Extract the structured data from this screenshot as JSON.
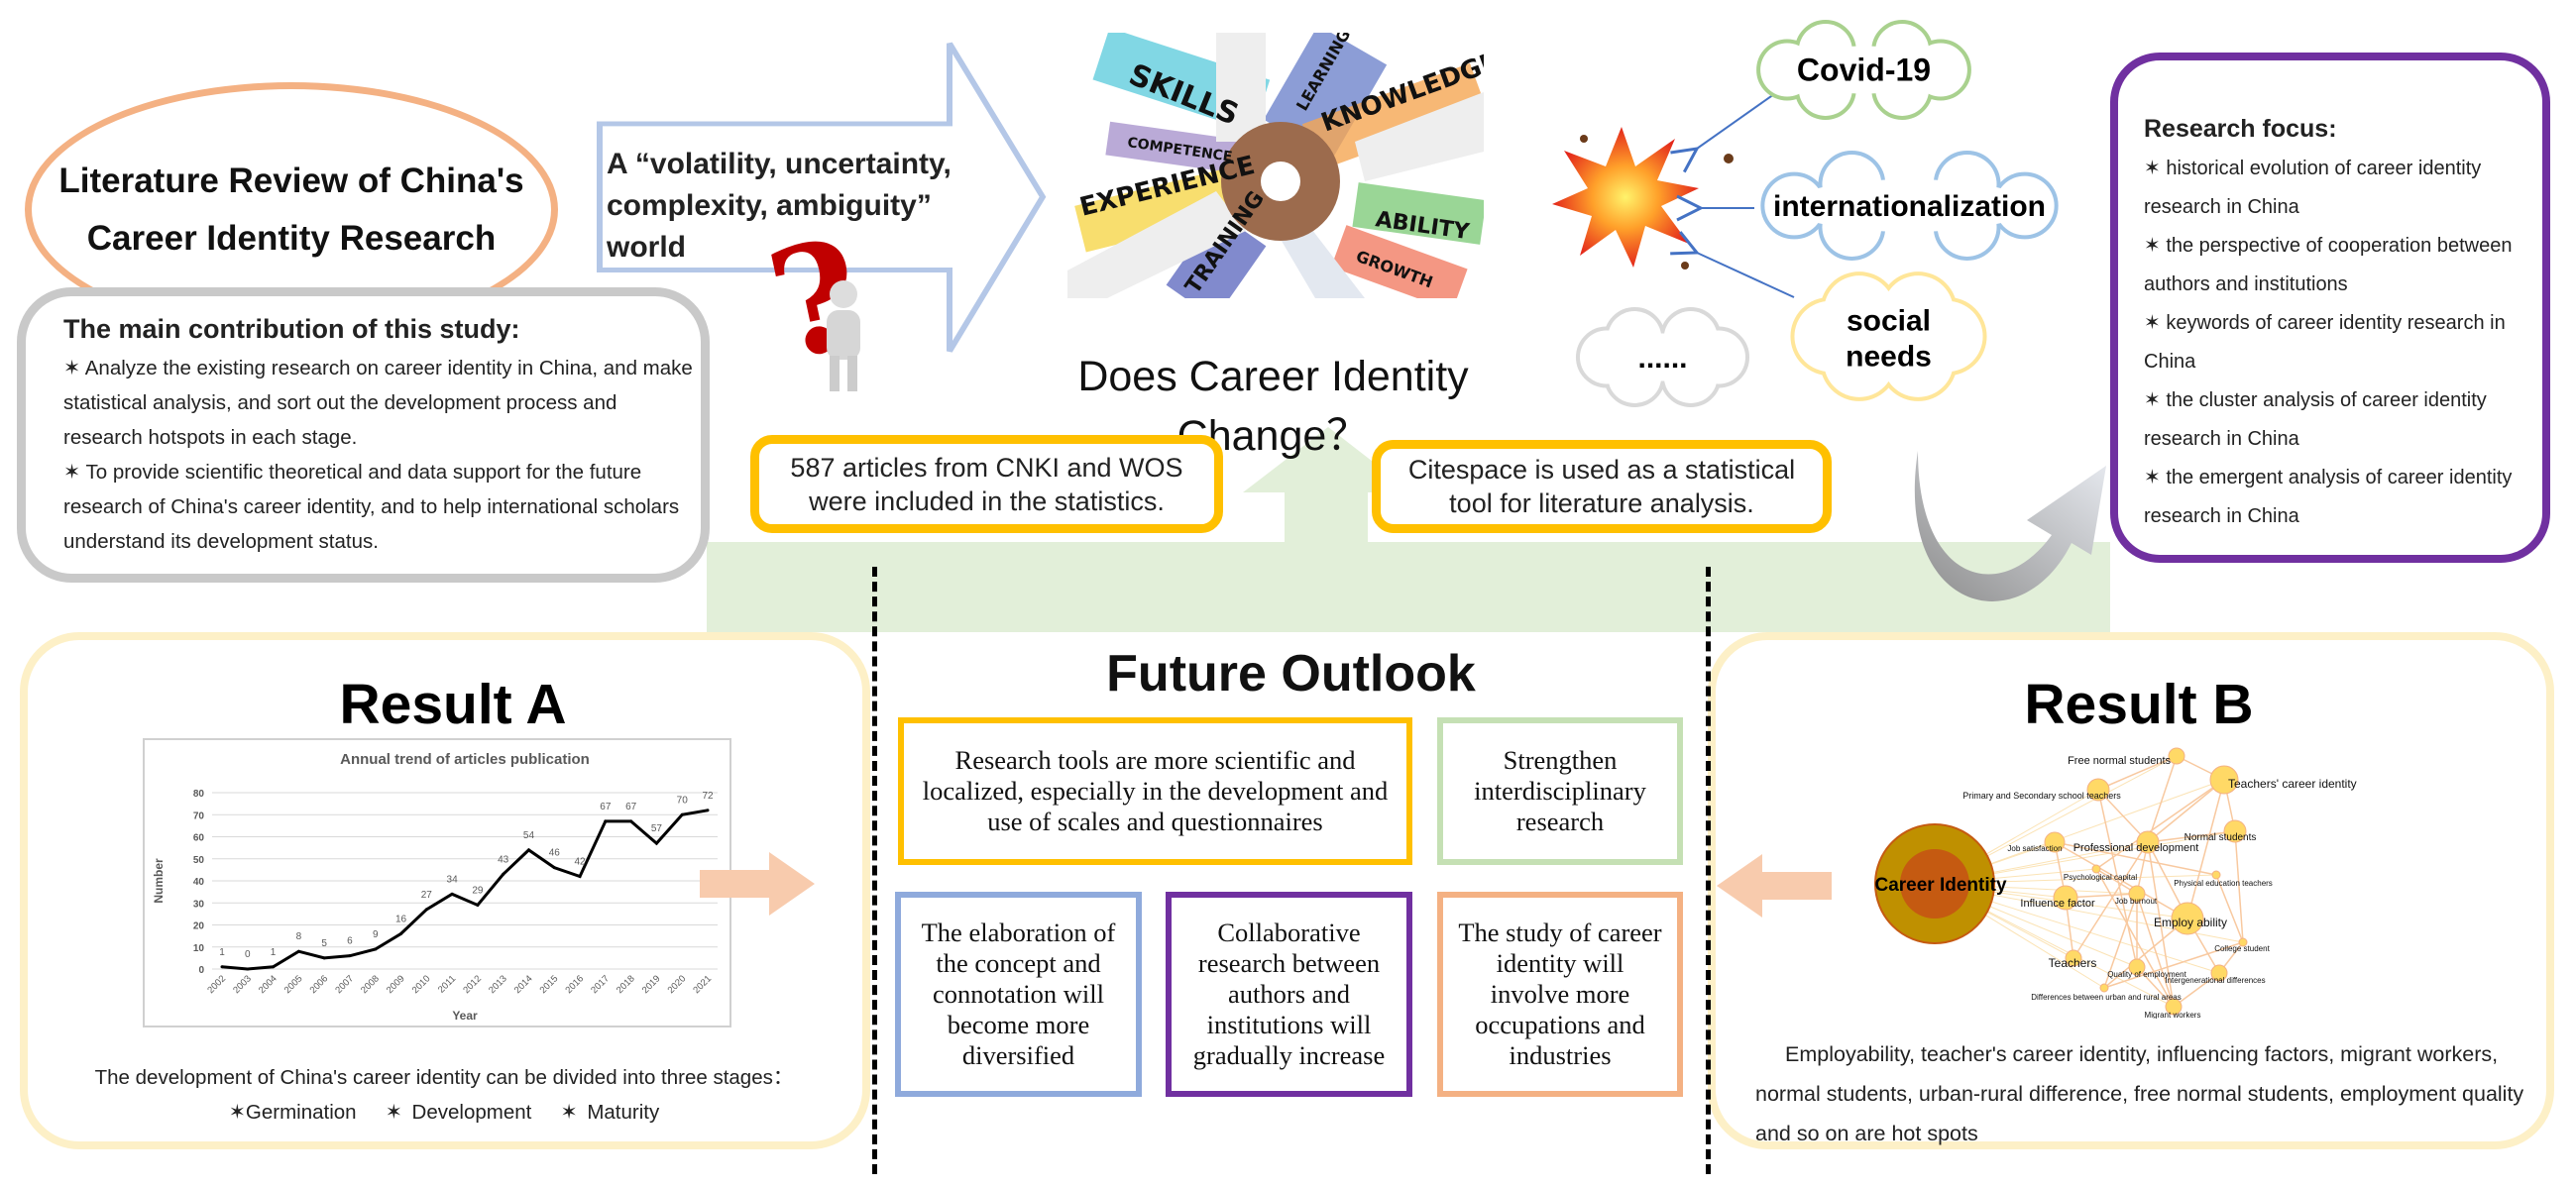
{
  "title": {
    "line1": "Literature Review of China's",
    "line2": "Career Identity Research"
  },
  "vuca": {
    "text": "A “volatility, uncertainty, complexity, ambiguity” world"
  },
  "collage": {
    "words": [
      "SKILLS",
      "LEARNING",
      "KNOWLEDGE",
      "COMPETENCE",
      "EXPERIENCE",
      "ABILITY",
      "GROWTH",
      "TRAINING"
    ]
  },
  "question": "Does Career Identity Change？",
  "clouds": [
    {
      "label": "Covid-19",
      "color": "#a9d18e"
    },
    {
      "label": "internationalization",
      "color": "#9dc3e6"
    },
    {
      "label": "social needs",
      "color": "#ffe699"
    },
    {
      "label": "......",
      "color": "#d9d9d9"
    }
  ],
  "research_focus": {
    "title": "Research focus:",
    "items": [
      "✶ historical evolution of career identity research in China",
      "✶ the perspective of cooperation between authors and institutions",
      "✶ keywords of career identity research in China",
      "✶ the cluster analysis of career identity research in China",
      "✶ the emergent analysis of career identity research in China"
    ]
  },
  "contribution": {
    "title": "The main contribution of this study:",
    "items": [
      "✶ Analyze the existing research on career identity in China, and make statistical analysis, and sort out the development process and research hotspots in each stage.",
      "✶ To provide scientific theoretical and data support for the future research of China's career identity, and to help international scholars understand its development status."
    ]
  },
  "stats": {
    "articles": "587 articles from CNKI and WOS were included in the statistics.",
    "tool": "Citespace is used as a statistical tool for literature analysis."
  },
  "future_outlook": {
    "title": "Future Outlook",
    "items": [
      {
        "text": "Research tools are more scientific and localized, especially in the development and use of scales and questionnaires",
        "color": "#ffc000"
      },
      {
        "text": "Strengthen interdisciplinary research",
        "color": "#c5e0b4"
      },
      {
        "text": "The elaboration of the concept and connotation will become more diversified",
        "color": "#8faadc"
      },
      {
        "text": "Collaborative research between authors and institutions will gradually increase",
        "color": "#7030a0"
      },
      {
        "text": "The study of career identity will involve more occupations and industries",
        "color": "#f4b183"
      }
    ]
  },
  "result_a": {
    "title": "Result A",
    "caption": "The development of China's career identity can be divided into three stages：",
    "stages": [
      "✶Germination",
      "✶ Development",
      "✶ Maturity"
    ]
  },
  "result_b": {
    "title": "Result B",
    "caption": "Employability, teacher's career identity, influencing factors, migrant workers, normal students, urban-rural difference, free normal students, employment quality and so on are hot spots"
  },
  "chart_data": {
    "type": "line",
    "title": "Annual trend of articles publication",
    "xlabel": "Year",
    "ylabel": "Number",
    "categories": [
      "2002",
      "2003",
      "2004",
      "2005",
      "2006",
      "2007",
      "2008",
      "2009",
      "2010",
      "2011",
      "2012",
      "2013",
      "2014",
      "2015",
      "2016",
      "2017",
      "2018",
      "2019",
      "2020",
      "2021"
    ],
    "values": [
      1,
      0,
      1,
      8,
      5,
      6,
      9,
      16,
      27,
      34,
      29,
      43,
      54,
      46,
      42,
      67,
      67,
      57,
      70,
      72
    ],
    "ylim": [
      0,
      80
    ],
    "yticks": [
      0,
      10,
      20,
      30,
      40,
      50,
      60,
      70,
      80
    ],
    "grid": true
  },
  "network": {
    "center": "Career Identity",
    "nodes": [
      "Free normal students",
      "Teachers' career identity",
      "Primary and Secondary school teachers",
      "Normal students",
      "Job satisfaction",
      "Professional development",
      "Psychological capital",
      "Physical education teachers",
      "Influence factor",
      "Job burnout",
      "Employ ability",
      "College student",
      "Teachers",
      "Quality of employment",
      "Intergenerational differences",
      "Differences between urban and rural areas",
      "Migrant workers"
    ]
  }
}
